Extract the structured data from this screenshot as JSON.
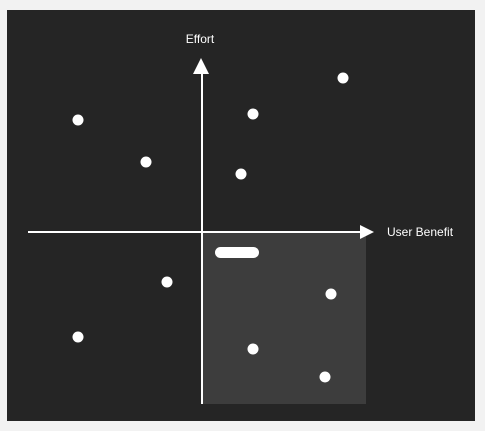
{
  "colors": {
    "background": "#252525",
    "foreground": "#ffffff",
    "highlight_quadrant": "#3d3d3d",
    "page_border": "#f2f2f2"
  },
  "axes": {
    "y_label": "Effort",
    "x_label": "User Benefit"
  },
  "items": [
    {
      "id": "dot-1",
      "quadrant": "top-left"
    },
    {
      "id": "dot-2",
      "quadrant": "top-left"
    },
    {
      "id": "dot-3",
      "quadrant": "top-right"
    },
    {
      "id": "dot-4",
      "quadrant": "top-right"
    },
    {
      "id": "dot-5",
      "quadrant": "top-right"
    },
    {
      "id": "dot-6",
      "quadrant": "bottom-left"
    },
    {
      "id": "dot-7",
      "quadrant": "bottom-left"
    },
    {
      "id": "dot-8",
      "quadrant": "bottom-right"
    },
    {
      "id": "dot-9",
      "quadrant": "bottom-right"
    },
    {
      "id": "dot-10",
      "quadrant": "bottom-right"
    }
  ],
  "highlighted_quadrant": "bottom-right"
}
